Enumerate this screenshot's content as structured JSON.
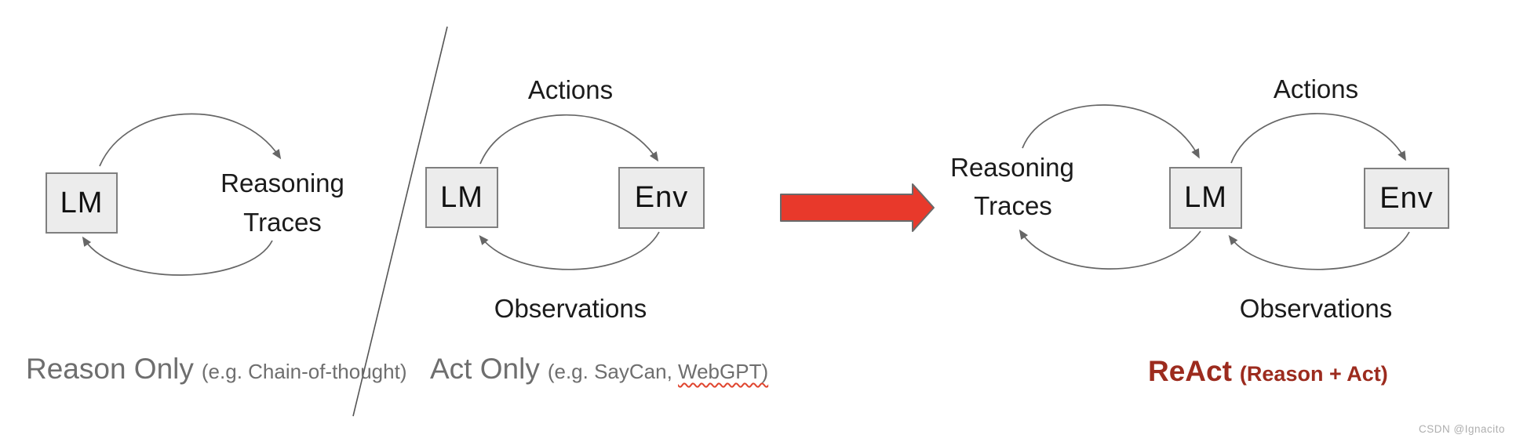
{
  "colors": {
    "box_fill": "#ececec",
    "box_border": "#7f7f7f",
    "connector_gray": "#666666",
    "accent_red": "#e8392b",
    "react_red": "#9c2b1e",
    "caption_gray": "#6e6e6e",
    "squiggle_red": "#e0452f",
    "watermark_gray": "#aeaeae"
  },
  "icons": {
    "transform_arrow": "red-block-arrow-right",
    "loop_arrows": "curved-cycle-arrows"
  },
  "panels": {
    "reason_only": {
      "lm_label": "LM",
      "loop_label_line1": "Reasoning",
      "loop_label_line2": "Traces",
      "caption_main": "Reason Only",
      "caption_detail": "(e.g. Chain-of-thought)"
    },
    "act_only": {
      "lm_label": "LM",
      "env_label": "Env",
      "top_label": "Actions",
      "bottom_label": "Observations",
      "caption_main": "Act Only",
      "caption_detail": "(e.g. SayCan, ",
      "caption_detail_flagged": "WebGPT)"
    },
    "react": {
      "reasoning_line1": "Reasoning",
      "reasoning_line2": "Traces",
      "lm_label": "LM",
      "env_label": "Env",
      "top_label": "Actions",
      "bottom_label": "Observations",
      "caption_main": "ReAct",
      "caption_detail": "(Reason + Act)"
    }
  },
  "watermark": "CSDN @Ignacito"
}
